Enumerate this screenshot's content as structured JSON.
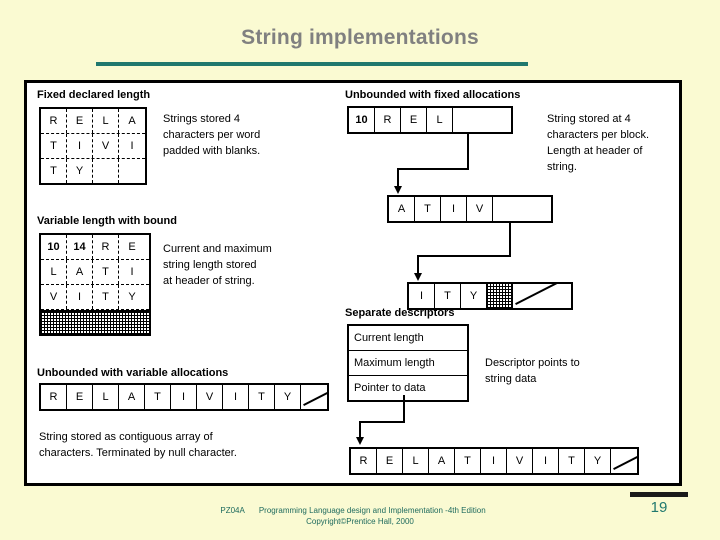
{
  "slide": {
    "title": "String implementations",
    "page_number": "19",
    "accent_color": "#20786E",
    "title_color": "#808080",
    "background_color": "#FAFAD2"
  },
  "footer": {
    "code": "PZ04A",
    "line1": "Programming Language design and Implementation -4th Edition",
    "line2": "Copyright©Prentice Hall, 2000"
  },
  "sections": {
    "fixed_declared": {
      "heading": "Fixed declared length",
      "rows": [
        [
          "R",
          "E",
          "L",
          "A"
        ],
        [
          "T",
          "I",
          "V",
          "I"
        ],
        [
          "T",
          "Y",
          "",
          ""
        ]
      ],
      "note": [
        "Strings stored 4",
        "characters per word",
        "padded with blanks."
      ]
    },
    "variable_bound": {
      "heading": "Variable length with bound",
      "rows": [
        [
          "10",
          "14",
          "R",
          "E"
        ],
        [
          "L",
          "A",
          "T",
          "I"
        ],
        [
          "V",
          "I",
          "T",
          "Y"
        ]
      ],
      "unused_row_label": "unused-allocated-space",
      "note": [
        "Current and maximum",
        "string length stored",
        "at header of string."
      ]
    },
    "unbounded_variable": {
      "heading": "Unbounded with variable allocations",
      "cells": [
        "R",
        "E",
        "L",
        "A",
        "T",
        "I",
        "V",
        "I",
        "T",
        "Y"
      ],
      "terminator": "null-terminator-slash",
      "note": [
        "String stored as contiguous array of",
        "characters. Terminated by null character."
      ]
    },
    "unbounded_fixed": {
      "heading": "Unbounded with fixed allocations",
      "blocks": [
        {
          "cells": [
            "10",
            "R",
            "E",
            "L"
          ],
          "pointer": "link"
        },
        {
          "cells": [
            "A",
            "T",
            "I",
            "V"
          ],
          "pointer": "link"
        },
        {
          "cells": [
            "I",
            "T",
            "Y"
          ],
          "pad": "hatched",
          "pointer": "null-slash"
        }
      ],
      "note": [
        "String stored at 4",
        "characters per block.",
        "Length at header of",
        "string."
      ]
    },
    "separate_descriptors": {
      "heading": "Separate descriptors",
      "fields": [
        "Current length",
        "Maximum length",
        "Pointer to data"
      ],
      "note": [
        "Descriptor points to",
        "string data"
      ],
      "data_cells": [
        "R",
        "E",
        "L",
        "A",
        "T",
        "I",
        "V",
        "I",
        "T",
        "Y"
      ],
      "terminator": "null-terminator-slash"
    }
  }
}
